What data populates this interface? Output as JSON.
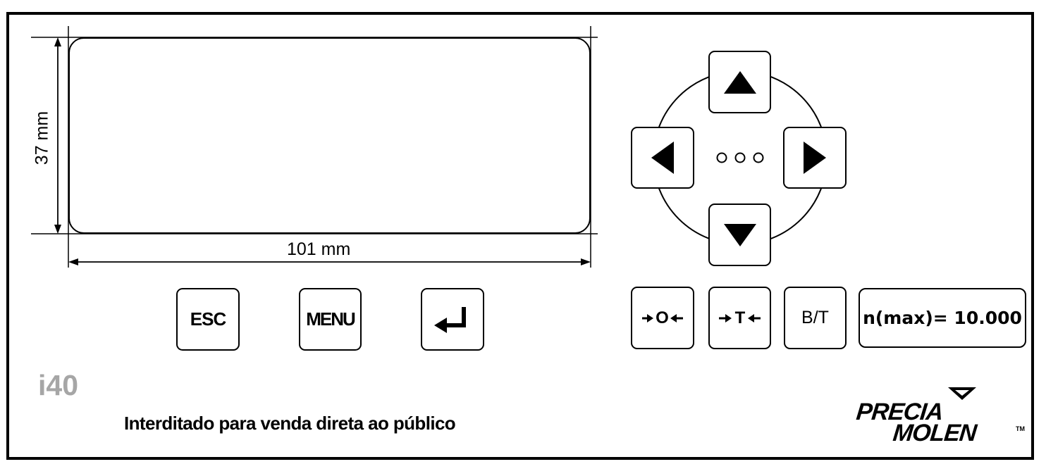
{
  "dimensions": {
    "width_label": "101 mm",
    "height_label": "37 mm"
  },
  "keys": {
    "esc": "ESC",
    "menu": "MENU",
    "enter_icon": "enter-return-icon",
    "up_icon": "triangle-up-icon",
    "down_icon": "triangle-down-icon",
    "left_icon": "triangle-left-icon",
    "right_icon": "triangle-right-icon",
    "center": "o o o",
    "zero": "O",
    "tare": "T",
    "bt": "B/T",
    "max": "n(max)= 10.000"
  },
  "model": "i40",
  "note": "Interditado para venda direta ao público",
  "logo": {
    "line1": "PRECIA",
    "line2": "MOLEN",
    "tm": "TM"
  },
  "colors": {
    "ink": "#000000",
    "model_gray": "#a6a6a6",
    "background": "#ffffff"
  }
}
